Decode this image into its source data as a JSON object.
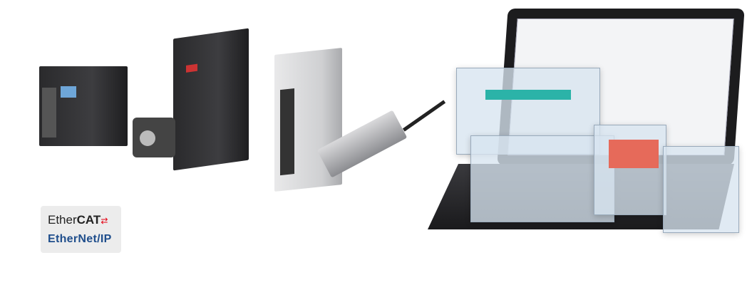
{
  "logos": {
    "ethercat_prefix": "Ether",
    "ethercat_suffix": "CAT",
    "ethernetip": "EtherNet/IP"
  },
  "colors": {
    "ethercat_red": "#e60012",
    "ethernetip_blue": "#1f4e8c",
    "ethernetip_yellow": "#f2b600"
  }
}
